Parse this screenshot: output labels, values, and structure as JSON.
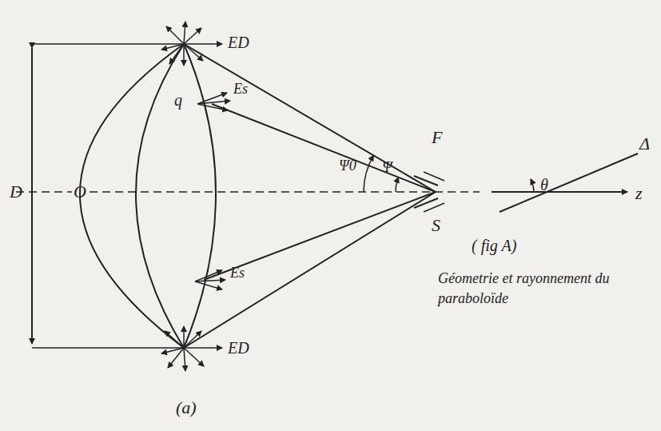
{
  "diagram": {
    "caption": "Géometrie et rayonnement du paraboloïde",
    "labels": [
      "D",
      "O",
      "ED",
      "ED",
      "q",
      "Es",
      "Es",
      "Ψ0",
      "Ψ",
      "F",
      "S",
      "Δ",
      "θ",
      "z",
      "( fig A)",
      "(a)"
    ]
  }
}
